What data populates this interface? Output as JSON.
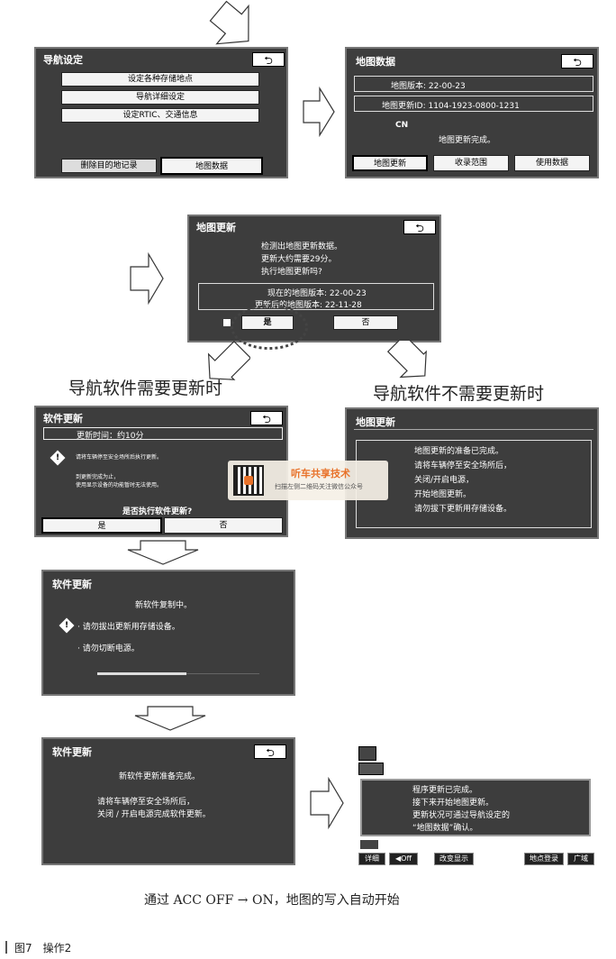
{
  "screen1": {
    "title": "导航设定",
    "btn1": "设定各种存储地点",
    "btn2": "导航详细设定",
    "btn3": "设定RTIC、交通信息",
    "tab1": "删除目的地记录",
    "tab2": "地图数据"
  },
  "screen2": {
    "title": "地图数据",
    "version": "地图版本: 22-00-23",
    "update_id": "地图更新ID: 1104-1923-0800-1231",
    "cn": "CN",
    "done": "地图更新完成。",
    "btn1": "地图更新",
    "btn2": "收录范围",
    "btn3": "使用数据"
  },
  "screen3": {
    "title": "地图更新",
    "line1": "检测出地图更新数据。",
    "line2": "更新大约需要29分。",
    "line3": "执行地图更新吗?",
    "current": "现在的地图版本: 22-00-23",
    "after": "更新后的地图版本: 22-11-28",
    "yes": "是",
    "no": "否"
  },
  "captions": {
    "left": "导航软件需要更新时",
    "right": "导航软件不需要更新时",
    "bottom": "通过 ACC OFF → ON，地图的写入自动开始",
    "figure": "图7　操作2"
  },
  "screen4": {
    "title": "软件更新",
    "time": "更新时间：约10分",
    "warn1": "请将车辆停至安全场所后执行更新。",
    "note1": "到更新完成为止，",
    "note2": "使用显示设备的功能暂时无法使用。",
    "question": "是否执行软件更新?",
    "yes": "是",
    "no": "否"
  },
  "screen5": {
    "title": "地图更新",
    "l1": "地图更新的准备已完成。",
    "l2": "请将车辆停至安全场所后，",
    "l3": "关闭/开启电源，",
    "l4": "开始地图更新。",
    "l5": "请勿拔下更新用存储设备。"
  },
  "watermark": {
    "title": "听车共享技术",
    "sub": "扫描左侧二维码关注微信公众号"
  },
  "screen6": {
    "title": "软件更新",
    "l1": "新软件复制中。",
    "l2": "· 请勿拔出更新用存储设备。",
    "l3": "· 请勿切断电源。",
    "progress": 0.55
  },
  "screen7": {
    "title": "软件更新",
    "l1": "新软件更新准备完成。",
    "l2": "请将车辆停至安全场所后，",
    "l3": "关闭 / 开启电源完成软件更新。"
  },
  "screen8": {
    "l1": "程序更新已完成。",
    "l2": "接下来开始地图更新。",
    "l3": "更新状况可通过导航设定的",
    "l4": "“地图数据”确认。",
    "b1": "详细",
    "b2": "◀Off",
    "b3": "改变显示",
    "b4": "地点登录",
    "b5": "广域"
  }
}
